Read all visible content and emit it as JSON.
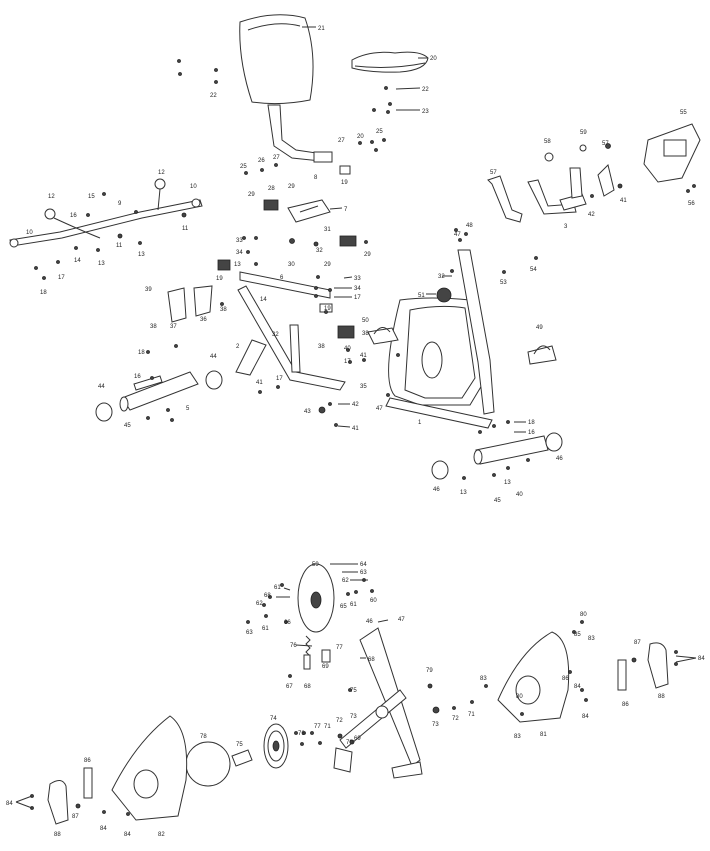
{
  "callouts": {
    "c1": "1",
    "c2": "2",
    "c3": "3",
    "c5": "5",
    "c6": "6",
    "c7": "7",
    "c8": "8",
    "c9": "9",
    "c10a": "10",
    "c10b": "10",
    "c11a": "11",
    "c11b": "11",
    "c12a": "12",
    "c12b": "12",
    "c13a": "13",
    "c13b": "13",
    "c13c": "13",
    "c14a": "14",
    "c14b": "14",
    "c15": "15",
    "c16a": "16",
    "c16b": "16",
    "c16c": "16",
    "c17a": "17",
    "c17b": "17",
    "c17c": "17",
    "c18a": "18",
    "c18b": "18",
    "c18c": "18",
    "c19a": "19",
    "c19b": "19",
    "c19c": "19",
    "c20": "20",
    "c21": "21",
    "c22a": "22",
    "c22b": "22",
    "c23": "23",
    "c25a": "25",
    "c25b": "25",
    "c26": "26",
    "c27a": "27",
    "c27b": "27",
    "c28": "28",
    "c29a": "29",
    "c29b": "29",
    "c30": "30",
    "c31": "31",
    "c32a": "32",
    "c32b": "32",
    "c33a": "33",
    "c33b": "33",
    "c34a": "34",
    "c34b": "34",
    "c35": "35",
    "c36": "36",
    "c37": "37",
    "c38a": "38",
    "c38b": "38",
    "c39": "39",
    "c40a": "40",
    "c40b": "40",
    "c41a": "41",
    "c41b": "41",
    "c41c": "41",
    "c42a": "42",
    "c42b": "42",
    "c43": "43",
    "c44a": "44",
    "c44b": "44",
    "c45a": "45",
    "c45b": "45",
    "c46a": "46",
    "c46b": "46",
    "c47a": "47",
    "c47b": "47",
    "c48": "48",
    "c49": "49",
    "c50": "50",
    "c51": "51",
    "c53": "53",
    "c54": "54",
    "c55": "55",
    "c56": "56",
    "c57a": "57",
    "c57b": "57",
    "c58": "58",
    "c59": "59",
    "c60": "60",
    "c61a": "61",
    "c61b": "61",
    "c62": "62",
    "c63": "63",
    "c64": "64",
    "c65": "65",
    "c66": "66",
    "c67": "67",
    "c68a": "68",
    "c68b": "68",
    "c69": "69",
    "c70": "70",
    "c71": "71",
    "c72": "72",
    "c73": "73",
    "c74": "74",
    "c75": "75",
    "c76": "76",
    "c77": "77",
    "c78": "78",
    "c79": "79",
    "c80a": "80",
    "c80b": "80",
    "c81": "81",
    "c82": "82",
    "c83a": "83",
    "c83b": "83",
    "c84a": "84",
    "c84b": "84",
    "c85": "85",
    "c86a": "86",
    "c86b": "86",
    "c87a": "87",
    "c87b": "87",
    "c88a": "88",
    "c88b": "88"
  }
}
